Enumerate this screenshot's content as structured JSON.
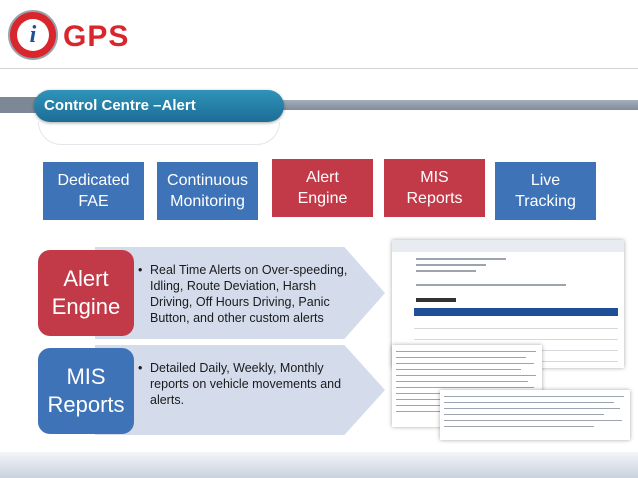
{
  "brand": {
    "logo_letter": "i",
    "logo_text": "GPS"
  },
  "title": "Control Centre –Alert",
  "features": [
    {
      "line1": "Dedicated",
      "line2": "FAE",
      "color": "#3e73b8"
    },
    {
      "line1": "Continuous",
      "line2": "Monitoring",
      "color": "#3e73b8"
    },
    {
      "line1": "Alert",
      "line2": "Engine",
      "color": "#c23a48"
    },
    {
      "line1": "MIS",
      "line2": "Reports",
      "color": "#c23a48"
    },
    {
      "line1": "Live",
      "line2": "Tracking",
      "color": "#3e73b8"
    }
  ],
  "rows": [
    {
      "badge_line1": "Alert",
      "badge_line2": "Engine",
      "bullet": [
        "Real Time Alerts on Over-speeding,",
        "Idling, Route Deviation, Harsh",
        "Driving, Off Hours Driving, Panic",
        "Button, and other custom alerts"
      ]
    },
    {
      "badge_line1": "MIS",
      "badge_line2": "Reports",
      "bullet": [
        "Detailed Daily, Weekly, Monthly",
        "reports on vehicle movements and",
        "alerts."
      ]
    }
  ],
  "colors": {
    "brand_red": "#d9262c",
    "blue": "#3e73b8",
    "red": "#c23a48",
    "title_bar": "#1d6d97",
    "arrow_fill": "#d4dcec"
  }
}
